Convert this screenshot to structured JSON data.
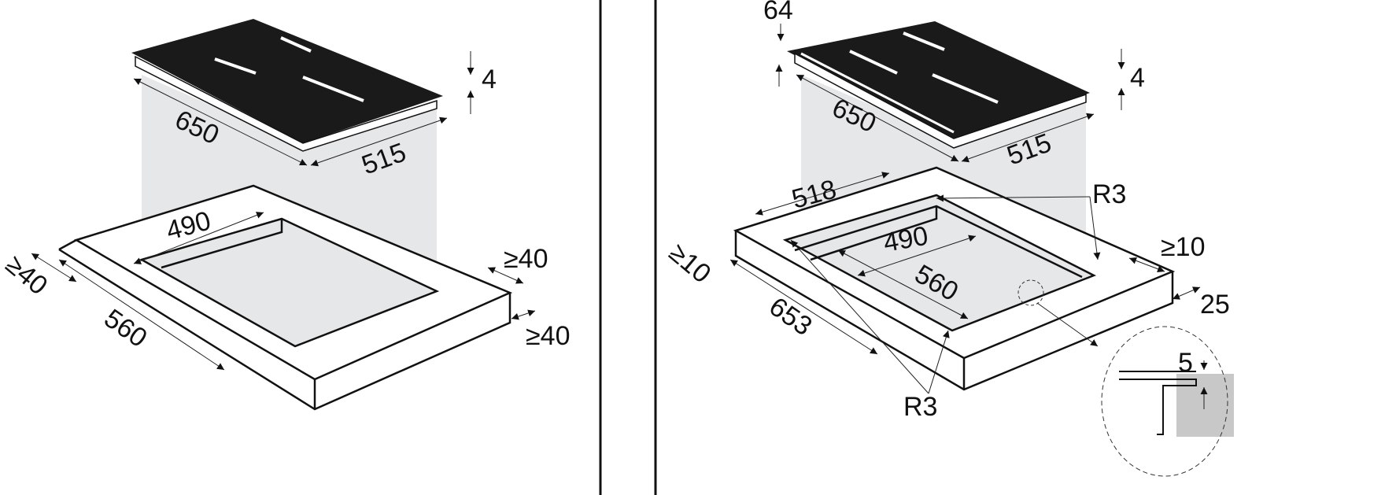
{
  "left_panel": {
    "hob_width": "650",
    "hob_depth": "515",
    "glass_thickness": "4",
    "cutout_depth": "490",
    "cutout_width": "560",
    "clearance_left": "≥40",
    "clearance_back": "≥40",
    "clearance_front": "≥40"
  },
  "right_panel": {
    "frame_height": "64",
    "hob_width": "650",
    "hob_depth": "515",
    "glass_thickness": "4",
    "outer_depth": "518",
    "outer_width": "653",
    "inner_depth": "490",
    "inner_width": "560",
    "radius_top": "R3",
    "radius_bottom": "R3",
    "clearance_side": "≥10",
    "clearance_left": "≥10",
    "edge_distance": "25",
    "recess_depth": "5"
  },
  "colors": {
    "hob_glass": "#1a1a1a",
    "projection_shade": "#e6e7e8",
    "detail_shade": "#c8c8c8"
  }
}
